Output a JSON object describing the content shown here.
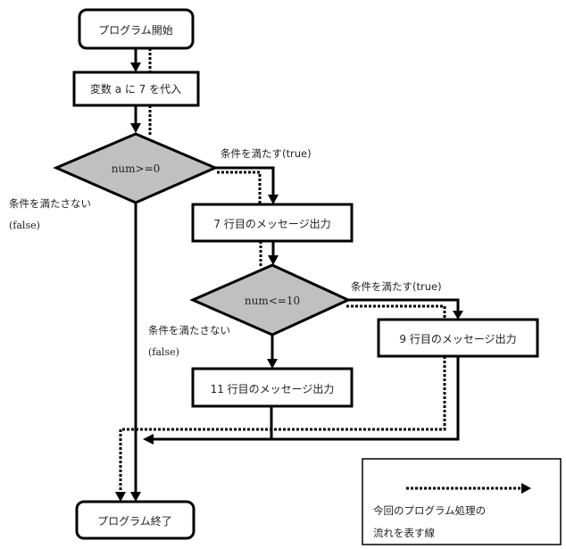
{
  "diagram": {
    "type": "flowchart",
    "nodes": {
      "start": {
        "label": "プログラム開始",
        "shape": "terminal"
      },
      "assign": {
        "label": "変数 a に 7 を代入",
        "shape": "process"
      },
      "cond1": {
        "label": "num>=0",
        "shape": "decision"
      },
      "msg7": {
        "label": "7 行目のメッセージ出力",
        "shape": "process"
      },
      "cond2": {
        "label": "num<=10",
        "shape": "decision"
      },
      "msg9": {
        "label": "9 行目のメッセージ出力",
        "shape": "process"
      },
      "msg11": {
        "label": "11 行目のメッセージ出力",
        "shape": "process"
      },
      "end": {
        "label": "プログラム終了",
        "shape": "terminal"
      }
    },
    "branch_labels": {
      "cond1_true": "条件を満たす(true)",
      "cond1_false_line1": "条件を満たさない",
      "cond1_false_line2": "(false)",
      "cond2_true": "条件を満たす(true)",
      "cond2_false_line1": "条件を満たさない",
      "cond2_false_line2": "(false)"
    },
    "edges": [
      {
        "from": "start",
        "to": "assign"
      },
      {
        "from": "assign",
        "to": "cond1"
      },
      {
        "from": "cond1",
        "to": "msg7",
        "branch": "true"
      },
      {
        "from": "cond1",
        "to": "end",
        "branch": "false"
      },
      {
        "from": "msg7",
        "to": "cond2"
      },
      {
        "from": "cond2",
        "to": "msg9",
        "branch": "true"
      },
      {
        "from": "cond2",
        "to": "msg11",
        "branch": "false"
      },
      {
        "from": "msg9",
        "to": "end"
      },
      {
        "from": "msg11",
        "to": "end"
      }
    ],
    "execution_path": [
      "start",
      "assign",
      "cond1",
      "msg7",
      "cond2",
      "msg9",
      "end"
    ],
    "legend": {
      "line1": "今回のプログラム処理の",
      "line2": "流れを表す線",
      "line_style": "dotted-arrow"
    },
    "colors": {
      "decision_fill": "#c0c0c0",
      "stroke": "#000000",
      "background": "#ffffff"
    }
  }
}
